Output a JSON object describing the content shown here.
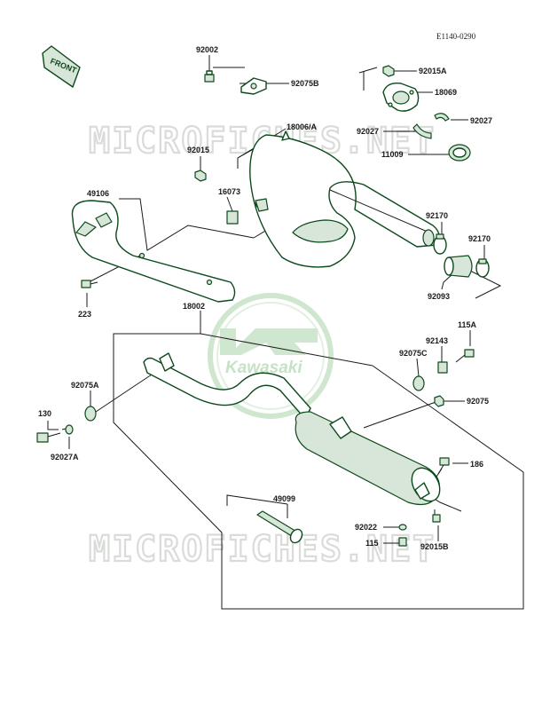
{
  "diagram": {
    "code": "E1140-0290",
    "front_badge": "FRONT",
    "watermark": {
      "site_text": "MICROFICHES.NET",
      "brand_text": "Kawasaki"
    },
    "parts": [
      {
        "id": "92002",
        "label": "92002"
      },
      {
        "id": "92075B",
        "label": "92075B"
      },
      {
        "id": "92015A",
        "label": "92015A"
      },
      {
        "id": "18069",
        "label": "18069"
      },
      {
        "id": "92027",
        "label": "92027"
      },
      {
        "id": "92027b",
        "label": "92027"
      },
      {
        "id": "11009",
        "label": "11009"
      },
      {
        "id": "18006A",
        "label": "18006/A"
      },
      {
        "id": "92015",
        "label": "92015"
      },
      {
        "id": "16073",
        "label": "16073"
      },
      {
        "id": "49106",
        "label": "49106"
      },
      {
        "id": "92170",
        "label": "92170"
      },
      {
        "id": "92170b",
        "label": "92170"
      },
      {
        "id": "92093",
        "label": "92093"
      },
      {
        "id": "223",
        "label": "223"
      },
      {
        "id": "18002",
        "label": "18002"
      },
      {
        "id": "115A",
        "label": "115A"
      },
      {
        "id": "92143",
        "label": "92143"
      },
      {
        "id": "92075C",
        "label": "92075C"
      },
      {
        "id": "92075A",
        "label": "92075A"
      },
      {
        "id": "92075",
        "label": "92075"
      },
      {
        "id": "130",
        "label": "130"
      },
      {
        "id": "92027A",
        "label": "92027A"
      },
      {
        "id": "186",
        "label": "186"
      },
      {
        "id": "49099",
        "label": "49099"
      },
      {
        "id": "92022",
        "label": "92022"
      },
      {
        "id": "115",
        "label": "115"
      },
      {
        "id": "92015B",
        "label": "92015B"
      }
    ]
  },
  "colors": {
    "line": "#1a1a1a",
    "part_stroke": "#0c4a1c",
    "part_fill": "#d7e6d8",
    "watermark": "#d9dcd9",
    "brand_watermark": "#cfe6cf"
  }
}
